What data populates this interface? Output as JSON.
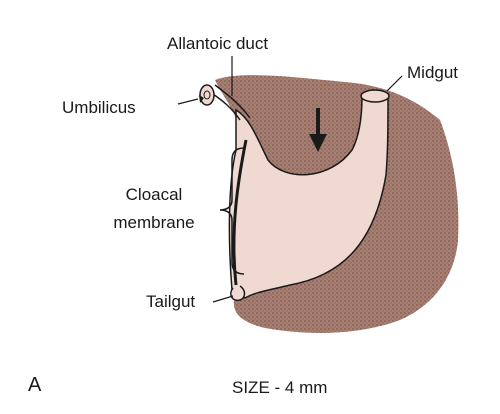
{
  "figure": {
    "panel_letter": "A",
    "size_label": "SIZE - 4 mm",
    "labels": {
      "allantoic_duct": "Allantoic duct",
      "midgut": "Midgut",
      "umbilicus": "Umbilicus",
      "cloacal_line1": "Cloacal",
      "cloacal_line2": "membrane",
      "tailgut": "Tailgut"
    },
    "colors": {
      "tissue": "#a87f73",
      "tissue_dot": "#6e4a40",
      "cavity": "#f0d9d0",
      "outline": "#1a1a1a"
    }
  }
}
